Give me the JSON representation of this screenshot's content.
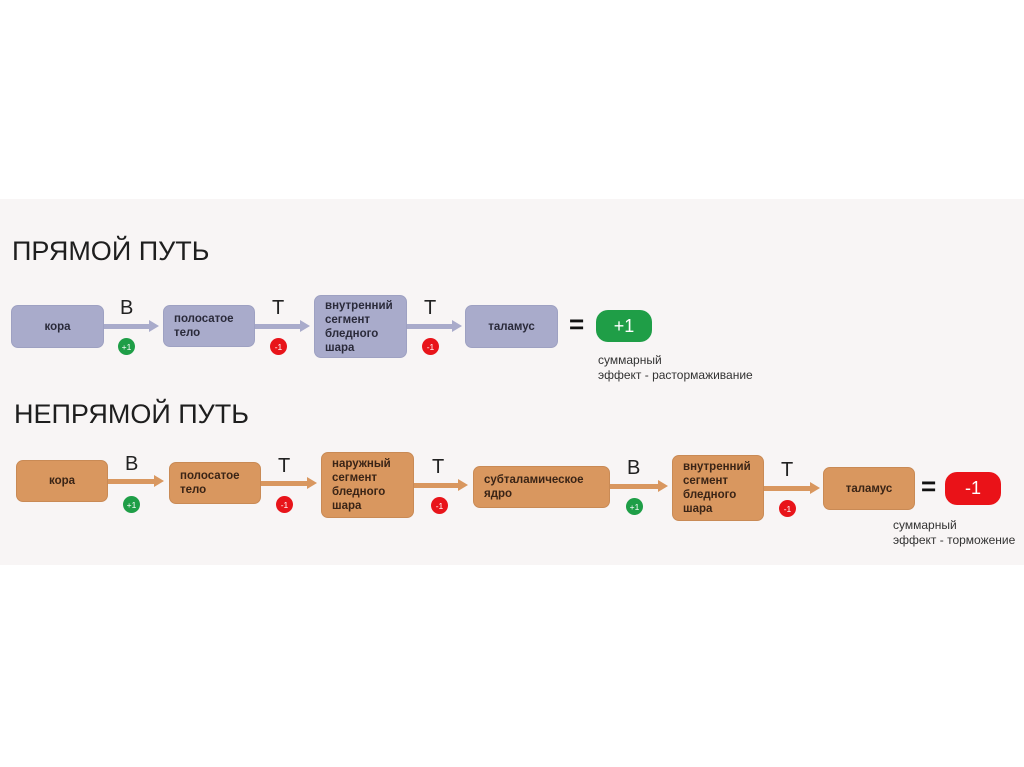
{
  "colors": {
    "direct_box": "#a9abcb",
    "indirect_box": "#d9975f",
    "positive": "#1f9e47",
    "negative": "#e8141a",
    "band_background": "#f8f5f5"
  },
  "direct": {
    "title": "ПРЯМОЙ ПУТЬ",
    "nodes": [
      "кора",
      "полосатое тело",
      "внутренний сегмент бледного шара",
      "таламус"
    ],
    "nodes_lines": [
      [
        "кора"
      ],
      [
        "полосатое",
        "тело"
      ],
      [
        "внутренний",
        "сегмент",
        "бледного",
        "шара"
      ],
      [
        "таламус"
      ]
    ],
    "edges": [
      {
        "letter": "В",
        "effect": "+1"
      },
      {
        "letter": "Т",
        "effect": "-1"
      },
      {
        "letter": "Т",
        "effect": "-1"
      }
    ],
    "equals": "=",
    "result": "+1",
    "note_line1": "суммарный",
    "note_line2": "эффект - растормаживание"
  },
  "indirect": {
    "title": "НЕПРЯМОЙ ПУТЬ",
    "nodes": [
      "кора",
      "полосатое тело",
      "наружный сегмент бледного шара",
      "субталамическое ядро",
      "внутренний сегмент бледного шара",
      "таламус"
    ],
    "nodes_lines": [
      [
        "кора"
      ],
      [
        "полосатое",
        "тело"
      ],
      [
        "наружный",
        "сегмент",
        "бледного",
        "шара"
      ],
      [
        "субталамическое",
        "ядро"
      ],
      [
        "внутренний",
        "сегмент",
        "бледного",
        "шара"
      ],
      [
        "таламус"
      ]
    ],
    "edges": [
      {
        "letter": "В",
        "effect": "+1"
      },
      {
        "letter": "Т",
        "effect": "-1"
      },
      {
        "letter": "Т",
        "effect": "-1"
      },
      {
        "letter": "В",
        "effect": "+1"
      },
      {
        "letter": "Т",
        "effect": "-1"
      }
    ],
    "equals": "=",
    "result": "-1",
    "note_line1": "суммарный",
    "note_line2": "эффект - торможение"
  }
}
